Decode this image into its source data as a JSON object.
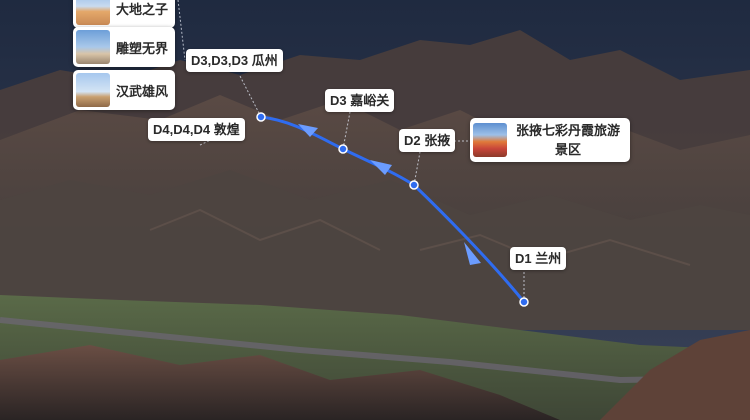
{
  "stops": [
    {
      "label": "D1 兰州"
    },
    {
      "label": "D2 张掖"
    },
    {
      "label": "D3 嘉峪关"
    },
    {
      "label": "D3,D3,D3 瓜州"
    },
    {
      "label": "D4,D4,D4 敦煌"
    }
  ],
  "attractions": [
    {
      "name": "大地之子",
      "thumb": "desert-sculpture-photo"
    },
    {
      "name": "雕塑无界",
      "thumb": "monument-photo"
    },
    {
      "name": "汉武雄风",
      "thumb": "statue-photo"
    },
    {
      "name": "张掖七彩丹霞旅游景区",
      "thumb": "danxia-landform-photo"
    }
  ],
  "colors": {
    "route": "#2f6cf0",
    "route_arrow": "#6b9cff",
    "sky": "#25314a",
    "mountain": "#4b3f3a",
    "valley": "#5a6b4a"
  }
}
